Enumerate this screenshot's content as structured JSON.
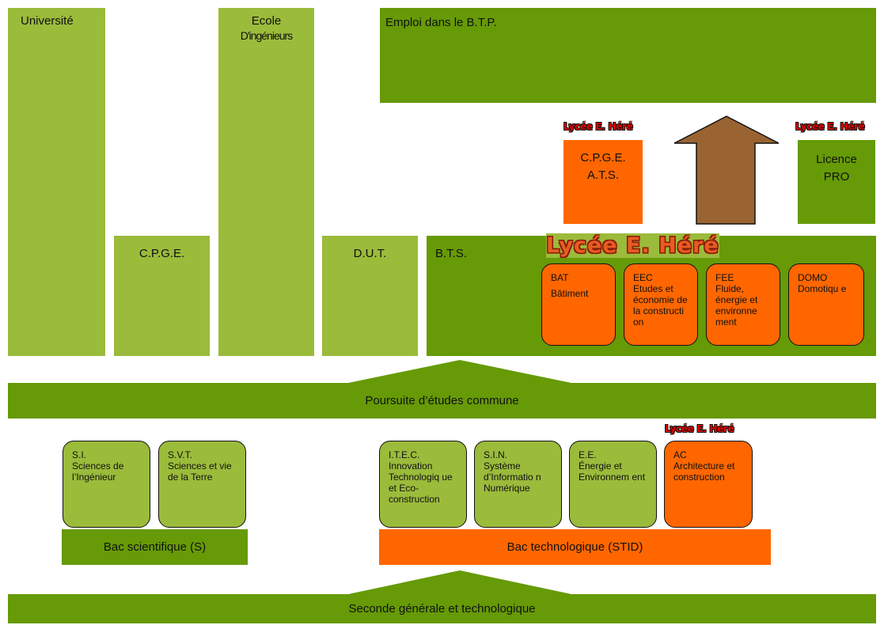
{
  "colors": {
    "light_green": "#9bbb3b",
    "dark_green": "#669a06",
    "orange": "#ff6600",
    "arrow_brown": "#9a6432"
  },
  "top": {
    "universite": "Université",
    "ecole_line1": "Ecole",
    "ecole_line2": "D'ingénieurs",
    "cpge": "C.P.G.E.",
    "dut": "D.U.T.",
    "emploi": "Emploi dans le B.T.P."
  },
  "lycee_badge": "Lycée E. Héré",
  "post_bts": {
    "cpge_ats_line1": "C.P.G.E.",
    "cpge_ats_line2": "A.T.S.",
    "licence_line1": "Licence",
    "licence_line2": "PRO"
  },
  "bts": {
    "label": "B.T.S.",
    "options": [
      {
        "line1": "BAT",
        "line2": "Bâtiment"
      },
      {
        "line1": "EEC",
        "line2": "Etudes et économie de la constructi on"
      },
      {
        "line1": "FEE",
        "line2": "Fluide, énergie et environne ment"
      },
      {
        "line1": "DOMO",
        "line2": "Domotiqu e"
      }
    ]
  },
  "poursuite": "Poursuite d’études commune",
  "bac_s": {
    "label": "Bac scientifique (S)",
    "options": [
      {
        "line1": "S.I.",
        "line2": "Sciences de l’Ingénieur"
      },
      {
        "line1": "S.V.T.",
        "line2": "Sciences et vie de la Terre"
      }
    ]
  },
  "bac_stid": {
    "label": "Bac technologique (STID)",
    "options": [
      {
        "line1": "I.T.E.C.",
        "line2": "Innovation Technologiq ue et Eco- construction"
      },
      {
        "line1": "S.I.N.",
        "line2": "Système d’Informatio n Numérique"
      },
      {
        "line1": "E.E.",
        "line2": "Énergie et Environnem ent"
      },
      {
        "line1": "AC",
        "line2": "Architecture et construction"
      }
    ]
  },
  "seconde": "Seconde générale et technologique"
}
